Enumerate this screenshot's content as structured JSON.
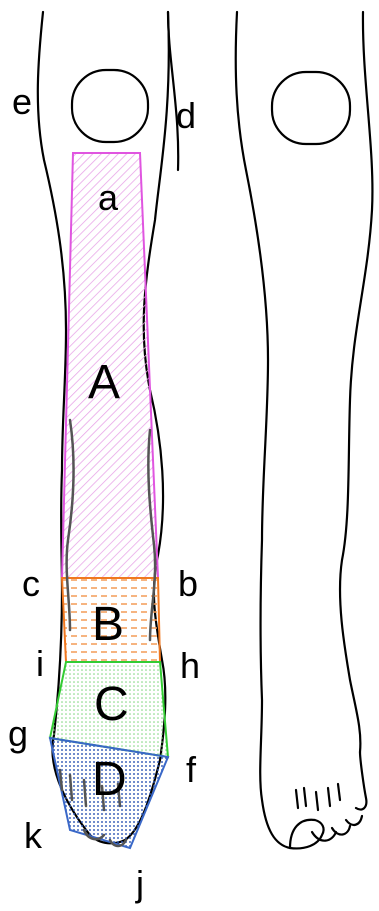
{
  "regions": [
    {
      "id": "A",
      "color": "#e055e0",
      "fill": "#f3d3f3"
    },
    {
      "id": "B",
      "color": "#f07820",
      "fill": "#fbe3cf"
    },
    {
      "id": "C",
      "color": "#33cc33",
      "fill": "#dff6da"
    },
    {
      "id": "D",
      "color": "#3a68c8",
      "fill": "#bcc9ea"
    }
  ],
  "labels": {
    "a": "a",
    "b": "b",
    "c": "c",
    "d": "d",
    "e": "e",
    "f": "f",
    "g": "g",
    "h": "h",
    "i": "i",
    "j": "j",
    "k": "k",
    "A": "A",
    "B": "B",
    "C": "C",
    "D": "D"
  }
}
